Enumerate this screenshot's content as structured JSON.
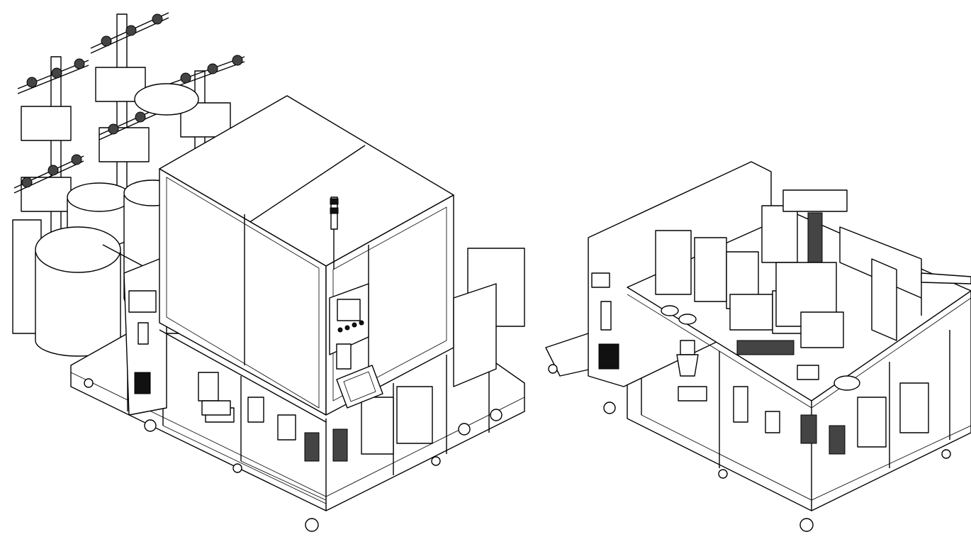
{
  "figure": {
    "views": [
      {
        "id": "enclosed-machine",
        "components": [
          "safety-enclosure",
          "cable-reel-stands",
          "cable-barrels",
          "signal-tower",
          "hmi-touch-panel",
          "operator-panel",
          "electrical-cabinet",
          "aluminum-frame",
          "caster-wheels",
          "scrap-bin"
        ]
      },
      {
        "id": "open-machine",
        "components": [
          "electrical-cabinet",
          "work-table",
          "crimping-modules",
          "gantry-module",
          "output-chute",
          "air-filter-regulator",
          "scrap-bin",
          "aluminum-frame",
          "caster-wheels"
        ]
      }
    ],
    "line_color": "#000000",
    "background": "#ffffff"
  }
}
